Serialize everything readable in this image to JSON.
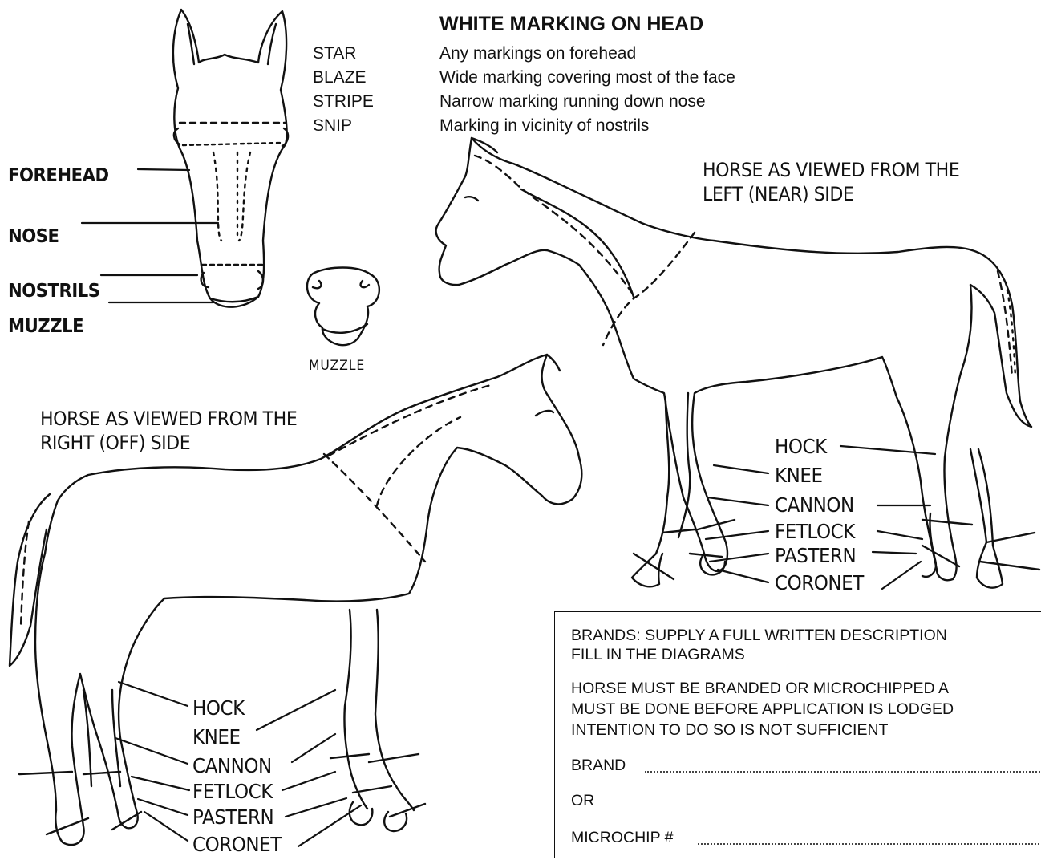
{
  "white_markings": {
    "title": "WHITE MARKING ON HEAD",
    "items": [
      {
        "term": "STAR",
        "description": "Any markings on forehead"
      },
      {
        "term": "BLAZE",
        "description": "Wide marking covering most of the face"
      },
      {
        "term": "STRIPE",
        "description": "Narrow marking running down nose"
      },
      {
        "term": "SNIP",
        "description": "Marking in vicinity of nostrils"
      }
    ]
  },
  "head_labels": [
    "FOREHEAD",
    "NOSE",
    "NOSTRILS",
    "MUZZLE"
  ],
  "muzzle_caption": "MUZZLE",
  "left_view_title": [
    "HORSE AS VIEWED FROM THE",
    "LEFT (NEAR) SIDE"
  ],
  "right_view_title": [
    "HORSE AS VIEWED FROM THE",
    "RIGHT (OFF) SIDE"
  ],
  "leg_labels": [
    "HOCK",
    "KNEE",
    "CANNON",
    "FETLOCK",
    "PASTERN",
    "CORONET"
  ],
  "brands_box": {
    "line1": "BRANDS: SUPPLY A FULL WRITTEN DESCRIPTION",
    "line2": "FILL IN THE DIAGRAMS",
    "line3": "HORSE MUST BE BRANDED OR MICROCHIPPED A",
    "line4": "MUST BE DONE BEFORE APPLICATION IS LODGED",
    "line5": "INTENTION TO DO SO IS NOT SUFFICIENT",
    "brand_label": "BRAND",
    "or_label": "OR",
    "microchip_label": "MICROCHIP #"
  }
}
